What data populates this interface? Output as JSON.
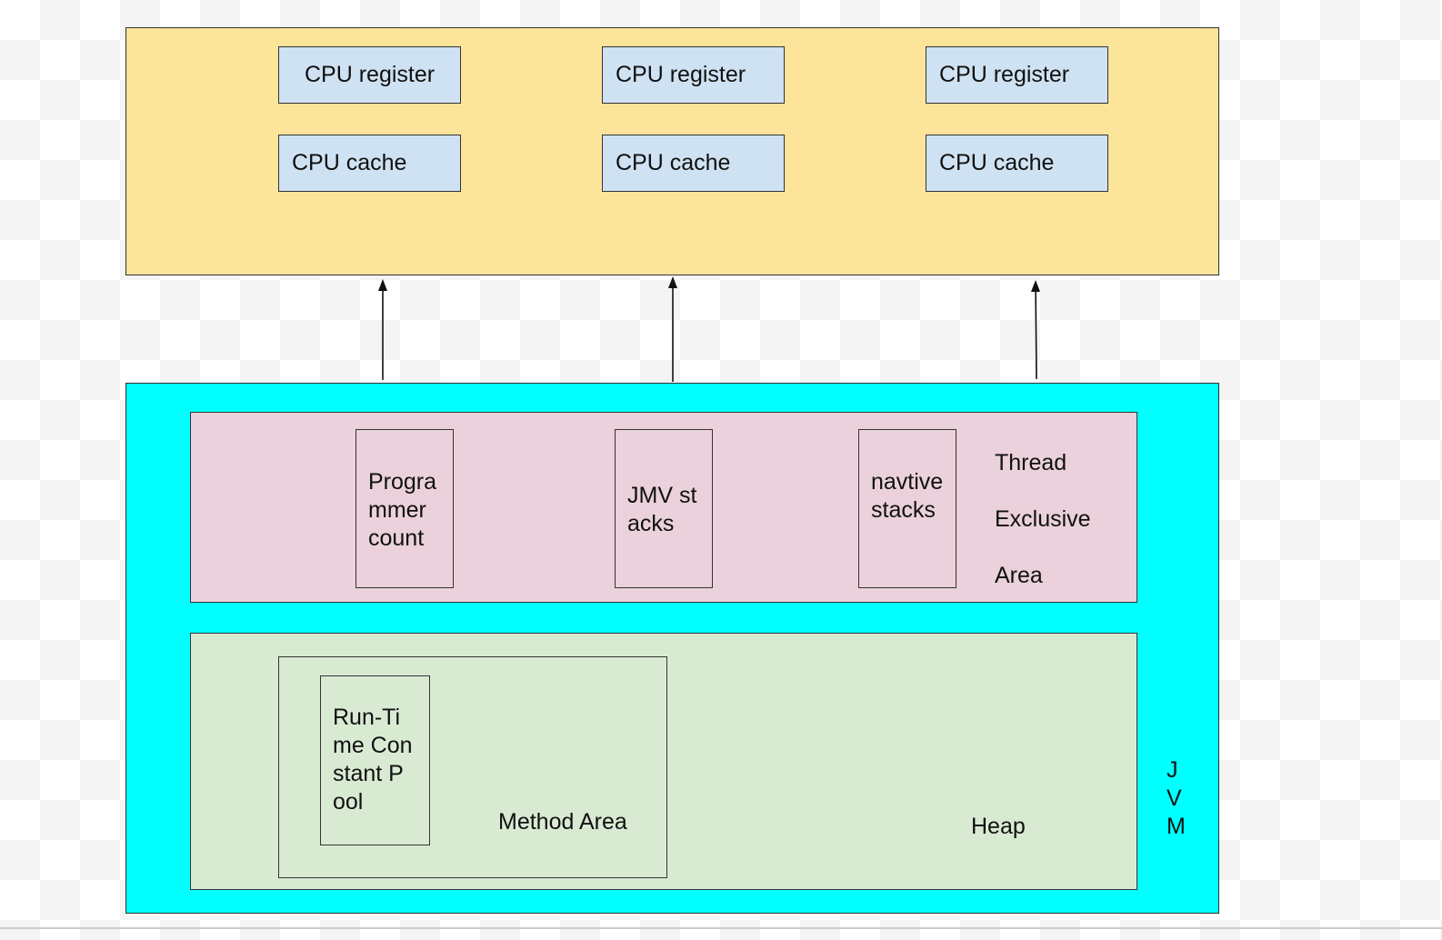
{
  "cpu": {
    "registers": [
      "CPU register",
      "CPU register",
      "CPU register"
    ],
    "caches": [
      "CPU cache",
      "CPU cache",
      "CPU cache"
    ]
  },
  "jvm": {
    "label": "JVM",
    "thread_area": {
      "boxes": [
        "Programmer count",
        "JMV stacks",
        "navtive stacks"
      ],
      "label_lines": [
        "Thread",
        "Exclusive",
        "Area"
      ]
    },
    "method_area": {
      "label": "Method Area",
      "pool": "Run-Time Constant Pool"
    },
    "heap": {
      "label": "Heap"
    }
  },
  "colors": {
    "cpu_area": "#fde49b",
    "cpu_box": "#cfe2f3",
    "jvm": "#00ffff",
    "thread_area": "#ead1dc",
    "shared_area": "#d9ead3"
  }
}
